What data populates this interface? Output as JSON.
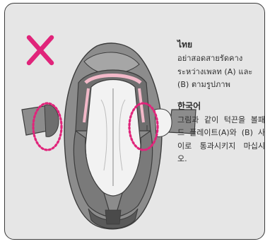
{
  "thai": {
    "title": "ไทย",
    "body": "อย่าสอดสายรัดคางระหว่างเพลท (A) และ (B) ตามรูปภาพ"
  },
  "korean": {
    "title": "한국어",
    "body": "그림과 같이 턱끈을 볼패드 플레이트(A)와 (B) 사이로 통과시키지 마십시오."
  },
  "colors": {
    "panel_bg": "#e6e6e6",
    "cross_mark": "#e0247a",
    "callout_dotted": "#e0247a",
    "helmet_pink": "#f2b8c8"
  },
  "icons": {
    "prohibit": "cross-mark-icon"
  }
}
